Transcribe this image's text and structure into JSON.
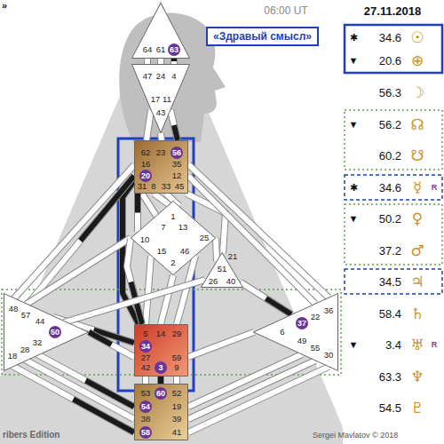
{
  "diagram": {
    "nodes": [
      {
        "text": [
          "«Здравый смысл»"
        ]
      },
      {
        "text": [
          "64",
          "61",
          "63"
        ]
      },
      {
        "text": [
          "47",
          "24",
          "4",
          "17",
          "11",
          "43"
        ]
      },
      {
        "text": [
          "62",
          "23",
          "56",
          "16",
          "35",
          "20",
          "12",
          "31",
          "8",
          "33",
          "45"
        ]
      },
      {
        "text": [
          "1",
          "7",
          "13",
          "10",
          "25",
          "15",
          "46",
          "2"
        ]
      },
      {
        "text": [
          "21",
          "51",
          "26",
          "40"
        ]
      },
      {
        "text": [
          "48",
          "57",
          "44",
          "50",
          "32",
          "28",
          "18"
        ]
      },
      {
        "text": [
          "36",
          "22",
          "37",
          "6",
          "49",
          "55",
          "30"
        ]
      },
      {
        "text": [
          "5",
          "14",
          "29",
          "34",
          "27",
          "59",
          "42",
          "3",
          "9"
        ]
      },
      {
        "text": [
          "53",
          "60",
          "52",
          "54",
          "19",
          "38",
          "39",
          "58",
          "41"
        ]
      }
    ],
    "edges": [
      {
        "from": 1,
        "to": 2,
        "arrow": "none"
      },
      {
        "from": 1,
        "to": 2,
        "arrow": "none"
      },
      {
        "from": 1,
        "to": 2,
        "arrow": "none"
      },
      {
        "from": 2,
        "to": 3,
        "arrow": "none"
      },
      {
        "from": 2,
        "to": 3,
        "arrow": "none"
      },
      {
        "from": 2,
        "to": 3,
        "arrow": "none"
      },
      {
        "from": 3,
        "to": 4,
        "arrow": "none"
      },
      {
        "from": 3,
        "to": 4,
        "arrow": "none"
      },
      {
        "from": 3,
        "to": 4,
        "arrow": "none"
      },
      {
        "from": 3,
        "to": 4,
        "arrow": "none"
      },
      {
        "from": 3,
        "to": 5,
        "arrow": "none"
      },
      {
        "from": 3,
        "to": 8,
        "arrow": "none"
      },
      {
        "from": 3,
        "to": 6,
        "arrow": "none"
      },
      {
        "from": 3,
        "to": 6,
        "arrow": "none"
      },
      {
        "from": 3,
        "to": 7,
        "arrow": "none"
      },
      {
        "from": 3,
        "to": 7,
        "arrow": "none"
      },
      {
        "from": 4,
        "to": 5,
        "arrow": "none"
      },
      {
        "from": 4,
        "to": 8,
        "arrow": "none"
      },
      {
        "from": 4,
        "to": 8,
        "arrow": "none"
      },
      {
        "from": 4,
        "to": 8,
        "arrow": "none"
      },
      {
        "from": 4,
        "to": 6,
        "arrow": "none"
      },
      {
        "from": 4,
        "to": 8,
        "arrow": "none"
      },
      {
        "from": 6,
        "to": 8,
        "arrow": "none"
      },
      {
        "from": 6,
        "to": 8,
        "arrow": "none"
      },
      {
        "from": 5,
        "to": 6,
        "arrow": "none"
      },
      {
        "from": 5,
        "to": 7,
        "arrow": "none"
      },
      {
        "from": 8,
        "to": 7,
        "arrow": "none"
      },
      {
        "from": 6,
        "to": 9,
        "arrow": "none"
      },
      {
        "from": 6,
        "to": 9,
        "arrow": "none"
      },
      {
        "from": 6,
        "to": 9,
        "arrow": "none"
      },
      {
        "from": 8,
        "to": 9,
        "arrow": "none"
      },
      {
        "from": 8,
        "to": 9,
        "arrow": "none"
      },
      {
        "from": 8,
        "to": 9,
        "arrow": "none"
      },
      {
        "from": 9,
        "to": 7,
        "arrow": "none"
      },
      {
        "from": 9,
        "to": 7,
        "arrow": "none"
      },
      {
        "from": 9,
        "to": 7,
        "arrow": "none"
      }
    ],
    "labels": [
      "»",
      "06:00 UT",
      "27.11.2018",
      "✱",
      "34.6",
      "☉",
      "▼",
      "20.6",
      "⊕",
      "56.3",
      "☽",
      "▼",
      "56.2",
      "☊",
      "60.2",
      "☋",
      "✱",
      "34.6",
      "☿",
      "R",
      "▼",
      "50.2",
      "♀",
      "37.2",
      "♂",
      "34.5",
      "♃",
      "58.4",
      "♄",
      "▼",
      "3.4",
      "♅",
      "R",
      "63.3",
      "♆",
      "54.5",
      "♇",
      "ribers Edition",
      "Sergei Mavlatov © 2018"
    ]
  }
}
